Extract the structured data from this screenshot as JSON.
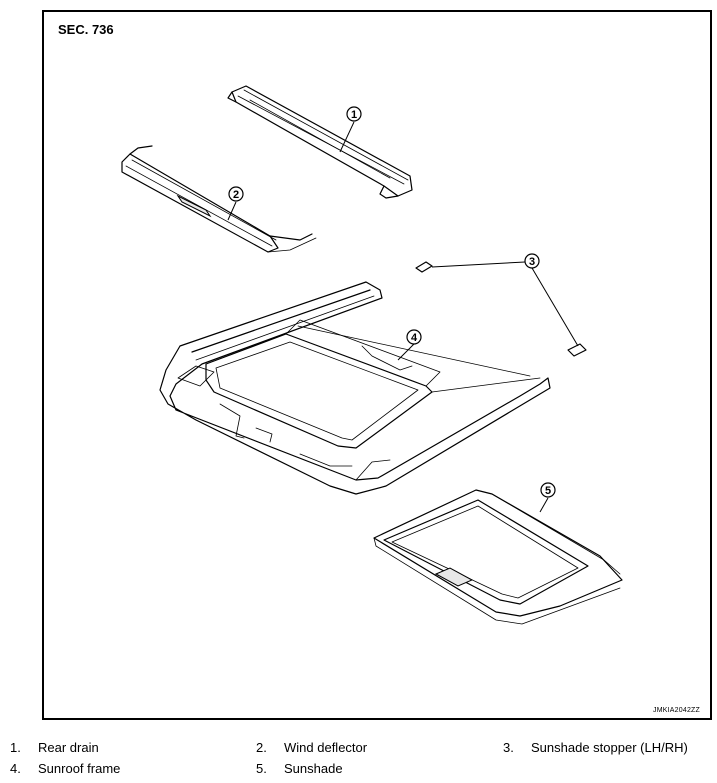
{
  "diagram": {
    "section_label": "SEC. 736",
    "image_code": "JMKIA2042ZZ",
    "callouts": [
      "1",
      "2",
      "3",
      "4",
      "5"
    ]
  },
  "legend": [
    {
      "num": "1.",
      "label": "Rear drain"
    },
    {
      "num": "2.",
      "label": "Wind deflector"
    },
    {
      "num": "3.",
      "label": "Sunshade stopper (LH/RH)"
    },
    {
      "num": "4.",
      "label": "Sunroof frame"
    },
    {
      "num": "5.",
      "label": "Sunshade"
    }
  ]
}
